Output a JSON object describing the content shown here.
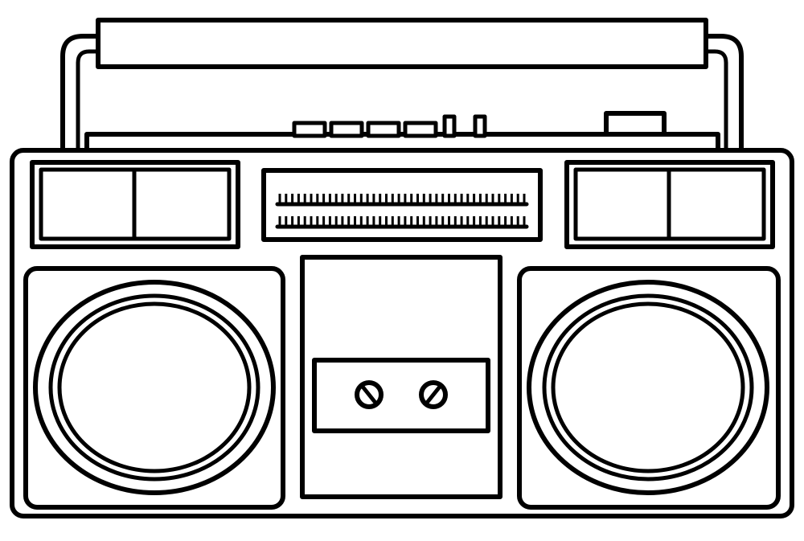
{
  "illustration": {
    "subject_icon": "boombox-icon",
    "line_color": "#000000",
    "fill_color": "#ffffff"
  },
  "tuner": {
    "upper_scale_ticks": 40,
    "lower_scale_ticks": 40
  },
  "cassette_deck": {
    "reel_icon": "reel-icon",
    "reel_count": 2
  },
  "top_controls": {
    "piano_key_count": 4,
    "slider_count": 2
  }
}
